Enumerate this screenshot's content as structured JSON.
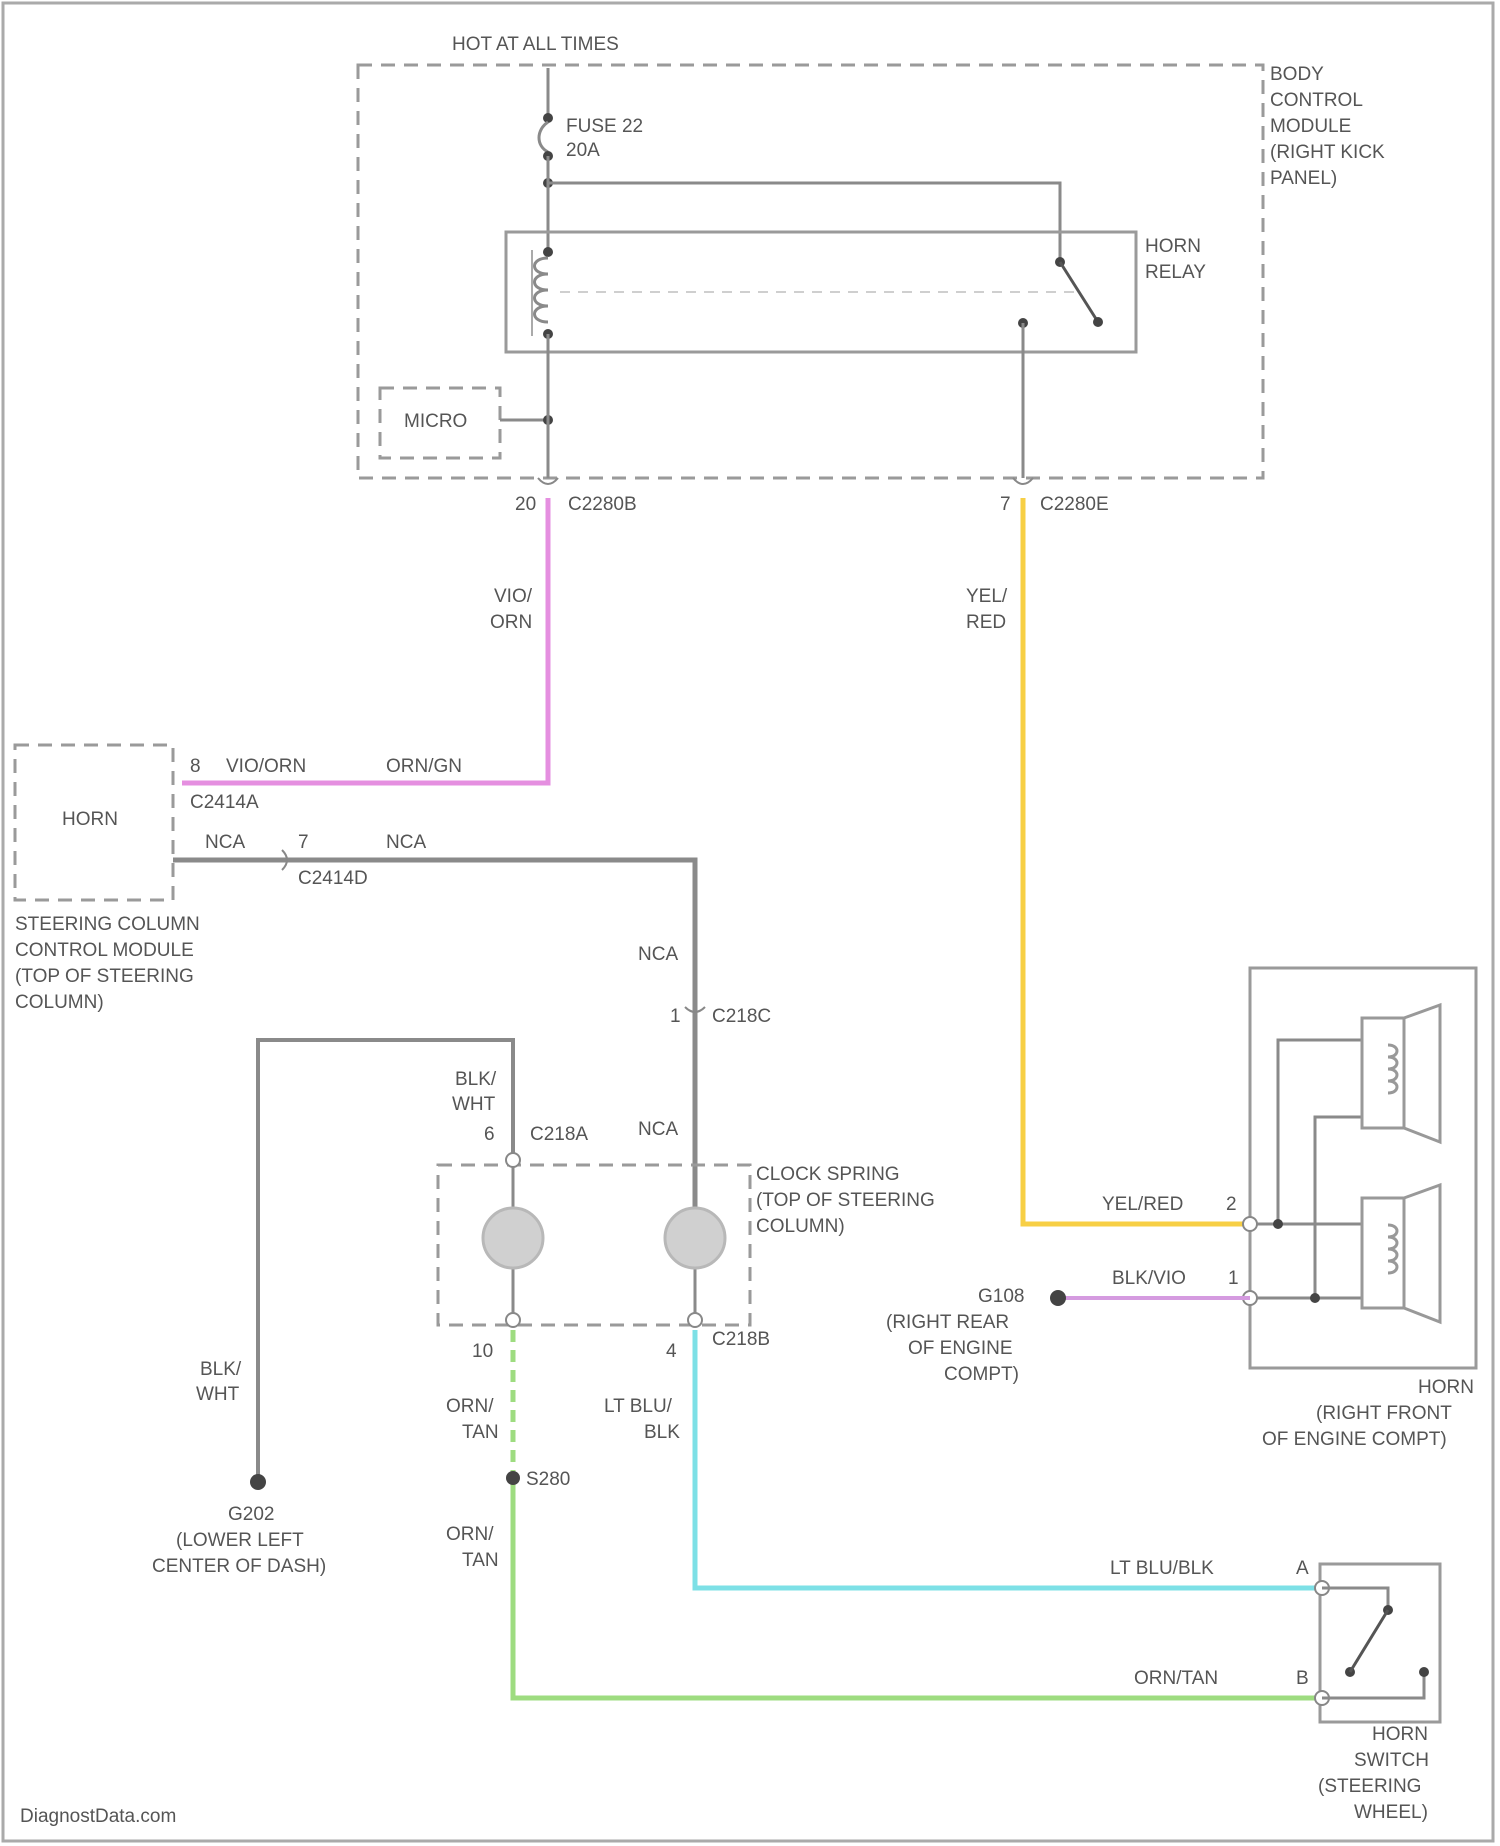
{
  "labels": {
    "hot_at_all_times": "HOT AT ALL TIMES",
    "fuse_line1": "FUSE 22",
    "fuse_line2": "20A",
    "bcm": [
      "BODY",
      "CONTROL",
      "MODULE",
      "(RIGHT KICK",
      "PANEL)"
    ],
    "horn_relay": [
      "HORN",
      "RELAY"
    ],
    "micro": "MICRO",
    "c2280b_pin": "20",
    "c2280b": "C2280B",
    "c2280e_pin": "7",
    "c2280e": "C2280E",
    "vio_orn": [
      "VIO/",
      "ORN"
    ],
    "yel_red": [
      "YEL/",
      "RED"
    ],
    "sccm_horn": "HORN",
    "pin8": "8",
    "vio_orn_run": "VIO/ORN",
    "orn_run": "ORN/GN",
    "c2414a": "C2414A",
    "nca1": "NCA",
    "pin7": "7",
    "nca2": "NCA",
    "c2414d": "C2414D",
    "sccm": [
      "STEERING COLUMN",
      "CONTROL MODULE",
      "(TOP OF STEERING",
      "COLUMN)"
    ],
    "nca3": "NCA",
    "pin1_c218c": "1",
    "c218c": "C218C",
    "blk_wht_top": [
      "BLK/",
      "WHT"
    ],
    "pin6": "6",
    "c218a": "C218A",
    "nca4": "NCA",
    "clock_spring": [
      "CLOCK SPRING",
      "(TOP OF STEERING",
      "COLUMN)"
    ],
    "yel_red_run": "YEL/RED",
    "pin2_horn": "2",
    "g108": "G108",
    "g108_loc": [
      "(RIGHT REAR",
      "OF ENGINE",
      "COMPT)"
    ],
    "blk_vio": "BLK/VIO",
    "pin1_horn": "1",
    "horn_loc": [
      "HORN",
      "(RIGHT FRONT",
      "OF ENGINE COMPT)"
    ],
    "pin10": "10",
    "pin4": "4",
    "c218b": "C218B",
    "blk_wht_bottom": [
      "BLK/",
      "WHT"
    ],
    "orn_tan_top": [
      "ORN/",
      "TAN"
    ],
    "ltblu_blk": [
      "LT BLU/",
      "BLK"
    ],
    "s280": "S280",
    "g202": [
      "G202",
      "(LOWER LEFT",
      "CENTER OF DASH)"
    ],
    "orn_tan_bottom": [
      "ORN/",
      "TAN"
    ],
    "ltblu_blk_run": "LT BLU/BLK",
    "pinA": "A",
    "orn_tan_run": "ORN/TAN",
    "pinB": "B",
    "horn_switch": [
      "HORN",
      "SWITCH",
      "(STEERING",
      "WHEEL)"
    ],
    "watermark": "DiagnostData.com"
  },
  "colors": {
    "vio_orn": "#e58fe0",
    "yel_red": "#f7cf45",
    "ltblu_blk": "#7de0e6",
    "orn_tan": "#9edc80",
    "blk_vio": "#d59be0",
    "gray": "#8a8a8a"
  }
}
